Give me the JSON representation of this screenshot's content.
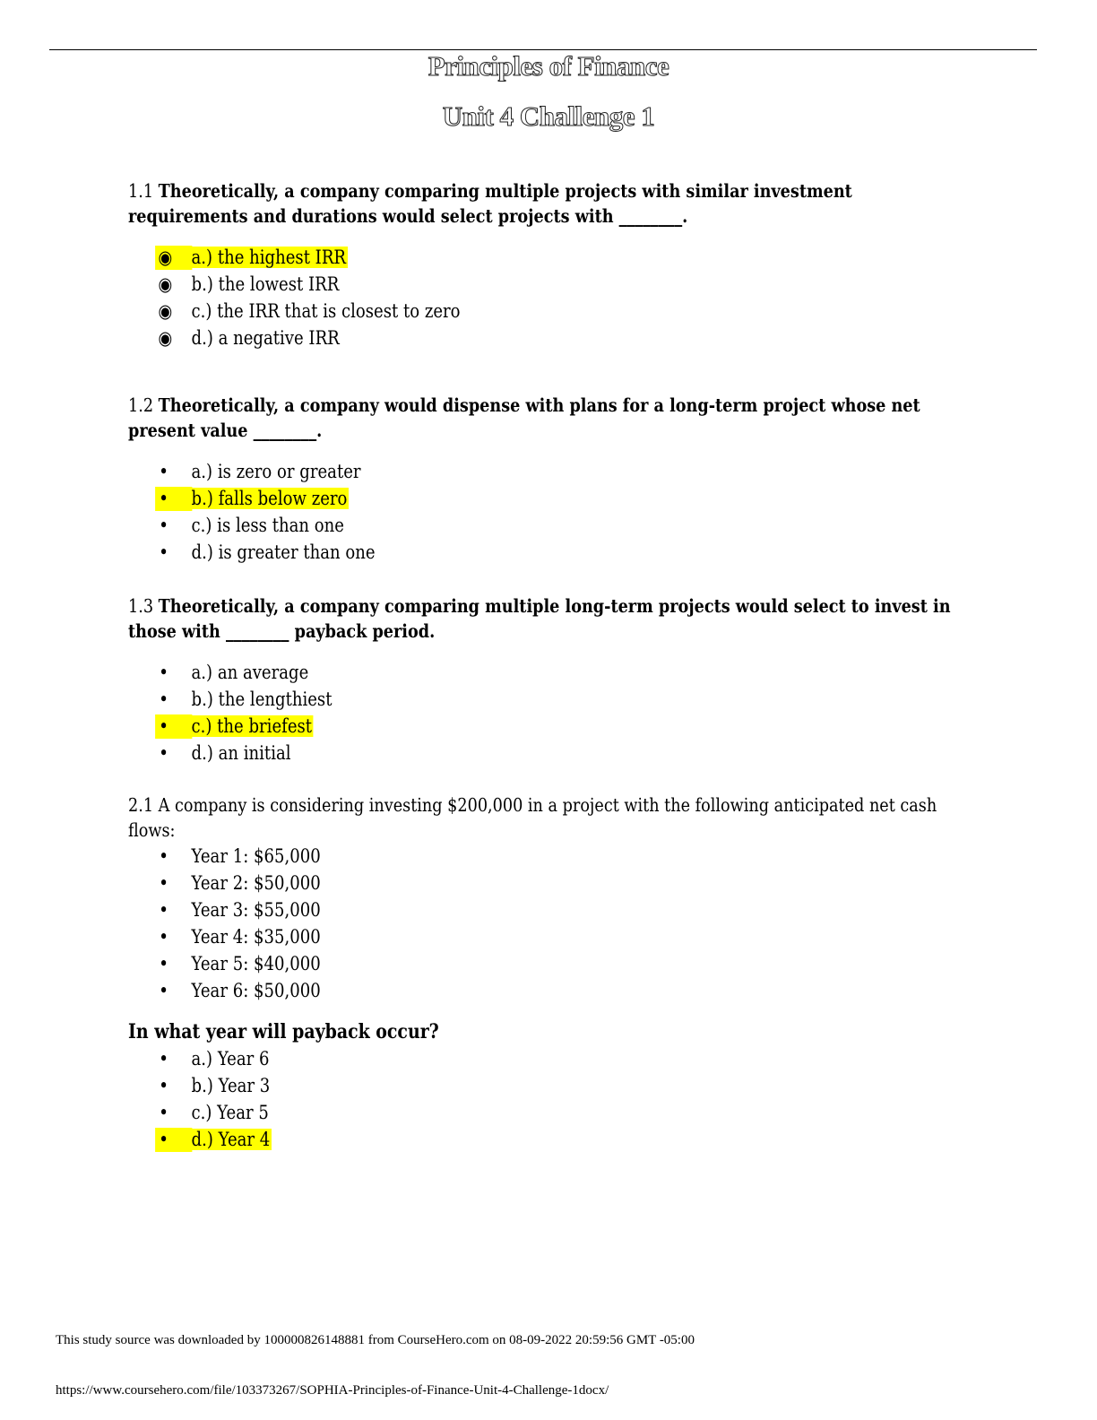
{
  "header": {
    "title": "Principles of Finance",
    "subtitle": "Unit 4 Challenge 1"
  },
  "questions": [
    {
      "number": "1.1",
      "text": "Theoretically, a company comparing multiple projects with similar investment requirements and durations would select projects with ________.",
      "bullet": "◉",
      "options": [
        {
          "label": "a.) the highest IRR",
          "selected": true
        },
        {
          "label": "b.) the lowest IRR",
          "selected": false
        },
        {
          "label": "c.) the IRR that is closest to zero",
          "selected": false
        },
        {
          "label": "d.) a negative IRR",
          "selected": false
        }
      ]
    },
    {
      "number": "1.2",
      "text": "Theoretically, a company would dispense with plans for a long-term project whose net present value ________.",
      "bullet": "•",
      "options": [
        {
          "label": "a.) is zero or greater",
          "selected": false
        },
        {
          "label": "b.) falls below zero",
          "selected": true
        },
        {
          "label": "c.) is less than one",
          "selected": false
        },
        {
          "label": "d.) is greater than one",
          "selected": false
        }
      ]
    },
    {
      "number": "1.3",
      "text": "Theoretically, a company comparing multiple long-term projects would select to invest in those with ________ payback period.",
      "bullet": "•",
      "options": [
        {
          "label": "a.) an average",
          "selected": false
        },
        {
          "label": "b.) the lengthiest",
          "selected": false
        },
        {
          "label": "c.) the briefest",
          "selected": true
        },
        {
          "label": "d.) an initial",
          "selected": false
        }
      ]
    }
  ],
  "q21": {
    "number": "2.1",
    "text": "A company is considering investing $200,000 in a project with the following anticipated net cash flows:",
    "cash_flows": [
      "Year 1: $65,000",
      "Year 2: $50,000",
      "Year 3: $55,000",
      "Year 4: $35,000",
      "Year 5: $40,000",
      "Year 6: $50,000"
    ],
    "prompt": "In what year will payback occur?",
    "options": [
      {
        "label": "a.) Year 6",
        "selected": false
      },
      {
        "label": "b.) Year 3",
        "selected": false
      },
      {
        "label": "c.) Year 5",
        "selected": false
      },
      {
        "label": "d.) Year 4",
        "selected": true
      }
    ]
  },
  "footer": {
    "download_note": "This study source was downloaded by 100000826148881 from CourseHero.com on 08-09-2022 20:59:56 GMT -05:00",
    "url": "https://www.coursehero.com/file/103373267/SOPHIA-Principles-of-Finance-Unit-4-Challenge-1docx/"
  },
  "colors": {
    "highlight": "#ffff00"
  }
}
